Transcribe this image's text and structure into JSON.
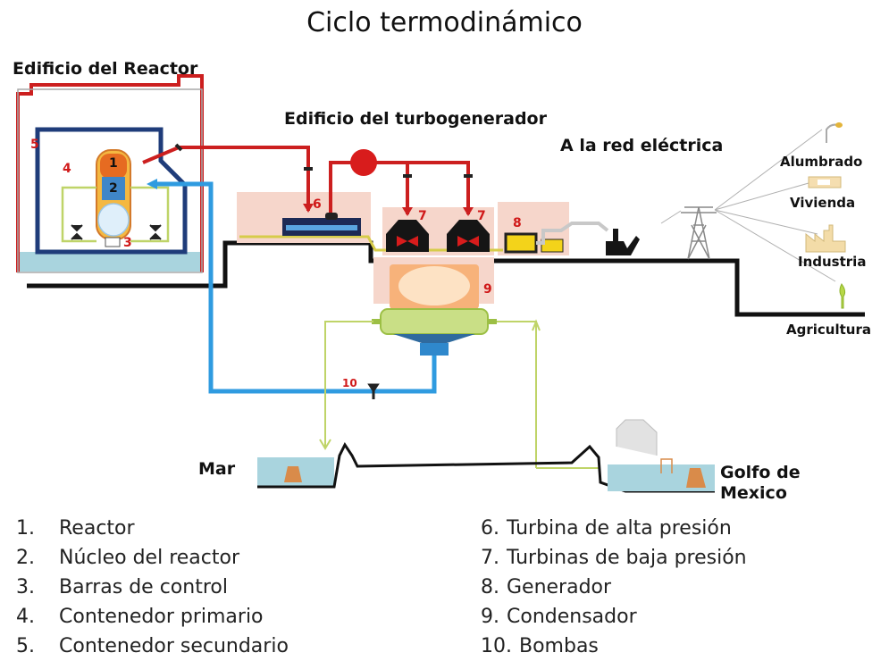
{
  "title": "Ciclo termodinámico",
  "labels": {
    "reactor_building": "Edificio del Reactor",
    "turbine_building": "Edificio del turbogenerador",
    "grid": "A la red eléctrica",
    "sea": "Mar",
    "gulf": [
      "Golfo de",
      "Mexico"
    ]
  },
  "consumers": [
    "Alumbrado",
    "Vivienda",
    "Industria",
    "Agricultura"
  ],
  "markers": [
    "1",
    "2",
    "3",
    "4",
    "5",
    "6",
    "7",
    "7",
    "8",
    "9",
    "10"
  ],
  "legend_left": [
    {
      "num": "1.",
      "text": "Reactor"
    },
    {
      "num": "2.",
      "text": "Núcleo del reactor"
    },
    {
      "num": "3.",
      "text": "Barras de control"
    },
    {
      "num": "4.",
      "text": "Contenedor primario"
    },
    {
      "num": "5.",
      "text": "Contenedor secundario"
    }
  ],
  "legend_right": [
    {
      "num": "6.",
      "text": "Turbina de alta presión"
    },
    {
      "num": "7.",
      "text": "Turbinas de baja presión"
    },
    {
      "num": "8.",
      "text": "Generador"
    },
    {
      "num": "9.",
      "text": "Condensador"
    },
    {
      "num": "10.",
      "text": "Bombas"
    }
  ],
  "colors": {
    "steam_red": "#cc1f1f",
    "cooling_blue": "#2f9be0",
    "sea_water": "#a9d4de",
    "building_pink": "#f6d6cb",
    "ground": "#111111",
    "condenser_green": "#c9df86",
    "marker_red": "#d01919"
  }
}
